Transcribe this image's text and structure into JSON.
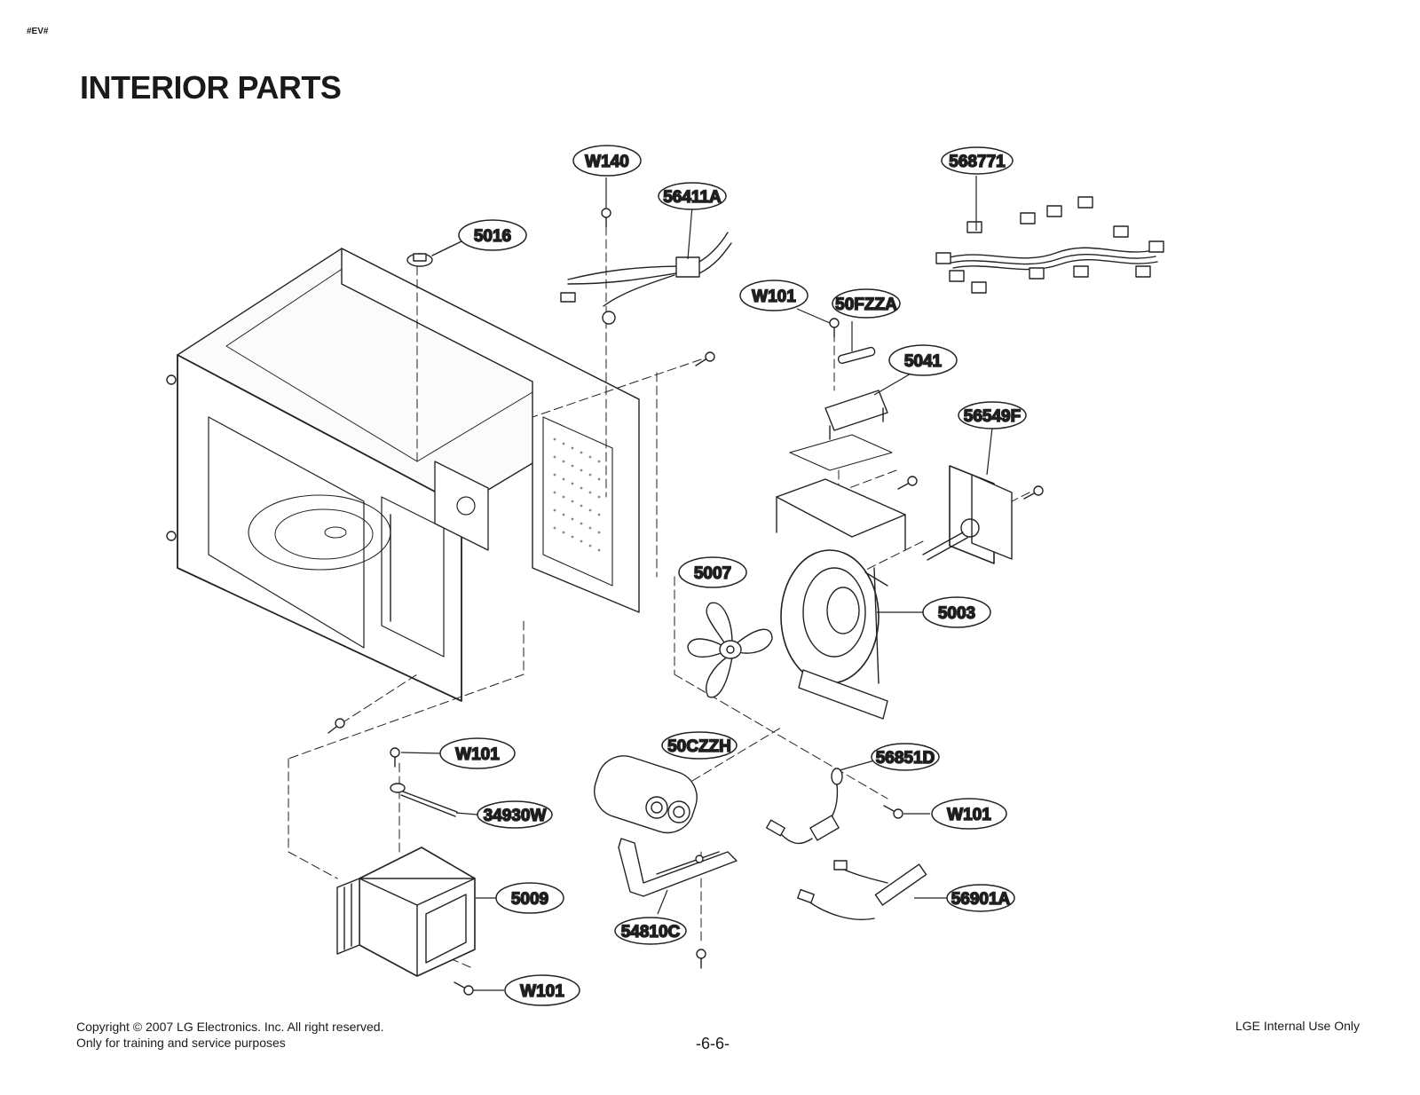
{
  "doc_code": "#EV#",
  "title": "INTERIOR PARTS",
  "labels": {
    "w140": "W140",
    "p56411a": "56411A",
    "p568771": "568771",
    "p5016": "5016",
    "w101_top": "W101",
    "p50fzza": "50FZZA",
    "p5041": "5041",
    "p56549f": "56549F",
    "p5007": "5007",
    "p5003": "5003",
    "w101_left": "W101",
    "p50czzh": "50CZZH",
    "p56851d": "56851D",
    "p34930w": "34930W",
    "w101_right": "W101",
    "p5009": "5009",
    "p56901a": "56901A",
    "p54810c": "54810C",
    "w101_bottom": "W101"
  },
  "footer": {
    "copyright": "Copyright © 2007 LG Electronics. Inc. All right reserved.",
    "purpose": "Only for training and service purposes",
    "page": "-6-6-",
    "internal": "LGE Internal Use Only"
  }
}
